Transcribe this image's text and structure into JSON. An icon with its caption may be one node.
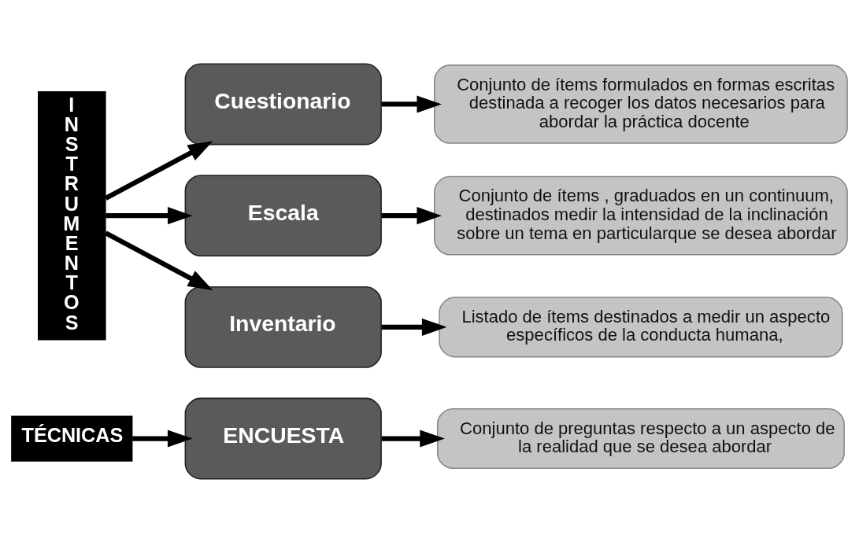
{
  "diagram": {
    "nodes": [
      {
        "text": [
          "TÉCNICAS"
        ]
      },
      {
        "text": [
          "ENCUESTA"
        ]
      },
      {
        "text": [
          "Conjunto de preguntas respecto a un aspecto de la realidad que se desea abordar"
        ]
      },
      {
        "text": [
          "INSTRUMENTOS"
        ]
      },
      {
        "text": [
          "Cuestionario"
        ]
      },
      {
        "text": [
          "Conjunto de ítems formulados en formas escritas destinada a recoger los datos necesarios para abordar la práctica docente"
        ]
      },
      {
        "text": [
          "Escala"
        ]
      },
      {
        "text": [
          "Conjunto de ítems , graduados en un continuum, destinados medir la intensidad de la inclinación sobre un tema en particularque se desea abordar"
        ]
      },
      {
        "text": [
          "Inventario"
        ]
      },
      {
        "text": [
          "Listado de ítems destinados a medir un aspecto específicos de la conducta humana,"
        ]
      }
    ],
    "edges": [
      {
        "from": 0,
        "to": 1,
        "arrow": "to"
      },
      {
        "from": 1,
        "to": 2,
        "arrow": "to"
      },
      {
        "from": 3,
        "to": 4,
        "arrow": "to"
      },
      {
        "from": 4,
        "to": 5,
        "arrow": "to"
      },
      {
        "from": 3,
        "to": 6,
        "arrow": "to"
      },
      {
        "from": 6,
        "to": 7,
        "arrow": "to"
      },
      {
        "from": 3,
        "to": 8,
        "arrow": "to"
      },
      {
        "from": 8,
        "to": 9,
        "arrow": "to"
      }
    ]
  }
}
